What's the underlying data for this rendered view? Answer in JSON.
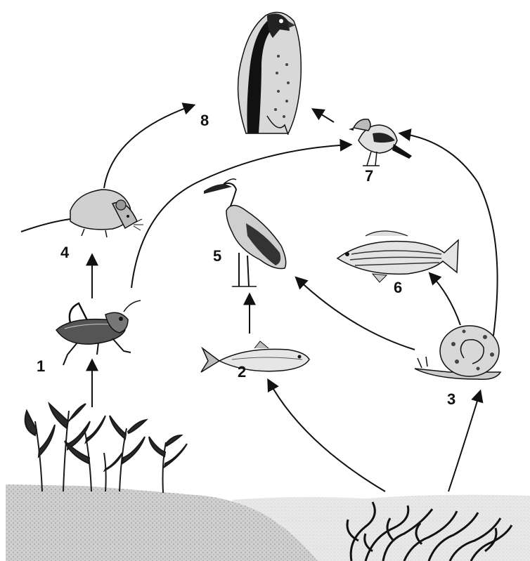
{
  "organisms": [
    {
      "label": "1",
      "icon": "grasshopper-icon"
    },
    {
      "label": "2",
      "icon": "small-fish-icon"
    },
    {
      "label": "3",
      "icon": "snail-icon"
    },
    {
      "label": "4",
      "icon": "mouse-icon"
    },
    {
      "label": "5",
      "icon": "heron-icon"
    },
    {
      "label": "6",
      "icon": "striped-bass-icon"
    },
    {
      "label": "7",
      "icon": "sparrow-icon"
    },
    {
      "label": "8",
      "icon": "falcon-icon"
    }
  ],
  "producers": [
    {
      "icon": "grass-plant-icon"
    },
    {
      "icon": "seaweed-icon"
    }
  ],
  "arrows": [
    {
      "from": "grass",
      "to": "1"
    },
    {
      "from": "1",
      "to": "4"
    },
    {
      "from": "1",
      "to": "7"
    },
    {
      "from": "4",
      "to": "8"
    },
    {
      "from": "7",
      "to": "8"
    },
    {
      "from": "seaweed",
      "to": "2"
    },
    {
      "from": "seaweed",
      "to": "3"
    },
    {
      "from": "2",
      "to": "5"
    },
    {
      "from": "3",
      "to": "5"
    },
    {
      "from": "3",
      "to": "6"
    },
    {
      "from": "3",
      "to": "7"
    }
  ]
}
